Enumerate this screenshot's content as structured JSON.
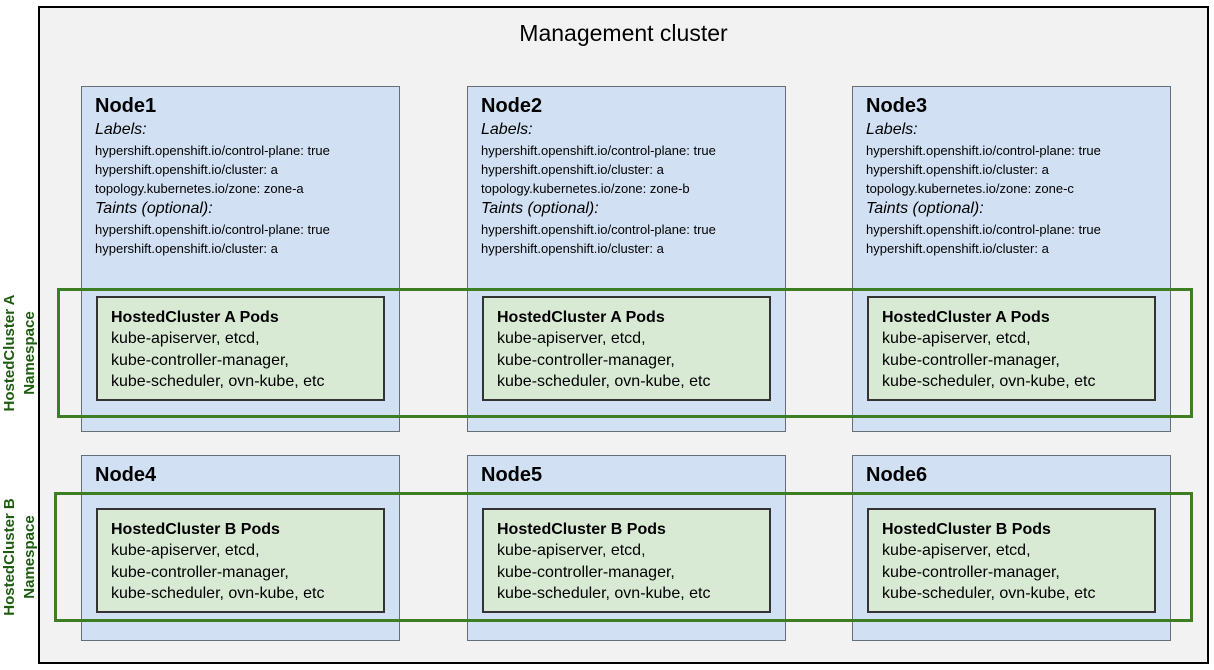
{
  "title": "Management cluster",
  "namespaces": {
    "a": {
      "line1": "HostedCluster A",
      "line2": "Namespace"
    },
    "b": {
      "line1": "HostedCluster B",
      "line2": "Namespace"
    }
  },
  "nodes": [
    {
      "name": "Node1",
      "labels_header": "Labels:",
      "labels": [
        "hypershift.openshift.io/control-plane: true",
        "hypershift.openshift.io/cluster: a",
        "topology.kubernetes.io/zone: zone-a"
      ],
      "taints_header": "Taints (optional):",
      "taints": [
        "hypershift.openshift.io/control-plane: true",
        "hypershift.openshift.io/cluster: a"
      ],
      "pods": {
        "title": "HostedCluster A Pods",
        "lines": [
          "kube-apiserver, etcd,",
          "kube-controller-manager,",
          "kube-scheduler, ovn-kube, etc"
        ]
      }
    },
    {
      "name": "Node2",
      "labels_header": "Labels:",
      "labels": [
        "hypershift.openshift.io/control-plane: true",
        "hypershift.openshift.io/cluster: a",
        "topology.kubernetes.io/zone: zone-b"
      ],
      "taints_header": "Taints (optional):",
      "taints": [
        "hypershift.openshift.io/control-plane: true",
        "hypershift.openshift.io/cluster: a"
      ],
      "pods": {
        "title": "HostedCluster A Pods",
        "lines": [
          "kube-apiserver, etcd,",
          "kube-controller-manager,",
          "kube-scheduler, ovn-kube, etc"
        ]
      }
    },
    {
      "name": "Node3",
      "labels_header": "Labels:",
      "labels": [
        "hypershift.openshift.io/control-plane: true",
        "hypershift.openshift.io/cluster: a",
        "topology.kubernetes.io/zone: zone-c"
      ],
      "taints_header": "Taints (optional):",
      "taints": [
        "hypershift.openshift.io/control-plane: true",
        "hypershift.openshift.io/cluster: a"
      ],
      "pods": {
        "title": "HostedCluster A Pods",
        "lines": [
          "kube-apiserver, etcd,",
          "kube-controller-manager,",
          "kube-scheduler, ovn-kube, etc"
        ]
      }
    },
    {
      "name": "Node4",
      "pods": {
        "title": "HostedCluster B Pods",
        "lines": [
          "kube-apiserver, etcd,",
          "kube-controller-manager,",
          "kube-scheduler, ovn-kube, etc"
        ]
      }
    },
    {
      "name": "Node5",
      "pods": {
        "title": "HostedCluster B Pods",
        "lines": [
          "kube-apiserver, etcd,",
          "kube-controller-manager,",
          "kube-scheduler, ovn-kube, etc"
        ]
      }
    },
    {
      "name": "Node6",
      "pods": {
        "title": "HostedCluster B Pods",
        "lines": [
          "kube-apiserver, etcd,",
          "kube-controller-manager,",
          "kube-scheduler, ovn-kube, etc"
        ]
      }
    }
  ],
  "colors": {
    "outer_fill": "#f2f2f2",
    "outer_border": "#000000",
    "node_fill": "#d1e1f3",
    "node_border": "#666e76",
    "pods_fill": "#d8e9d4",
    "pods_border": "#333333",
    "namespace_stroke": "#3e7e22",
    "namespace_text": "#1e5c10"
  }
}
